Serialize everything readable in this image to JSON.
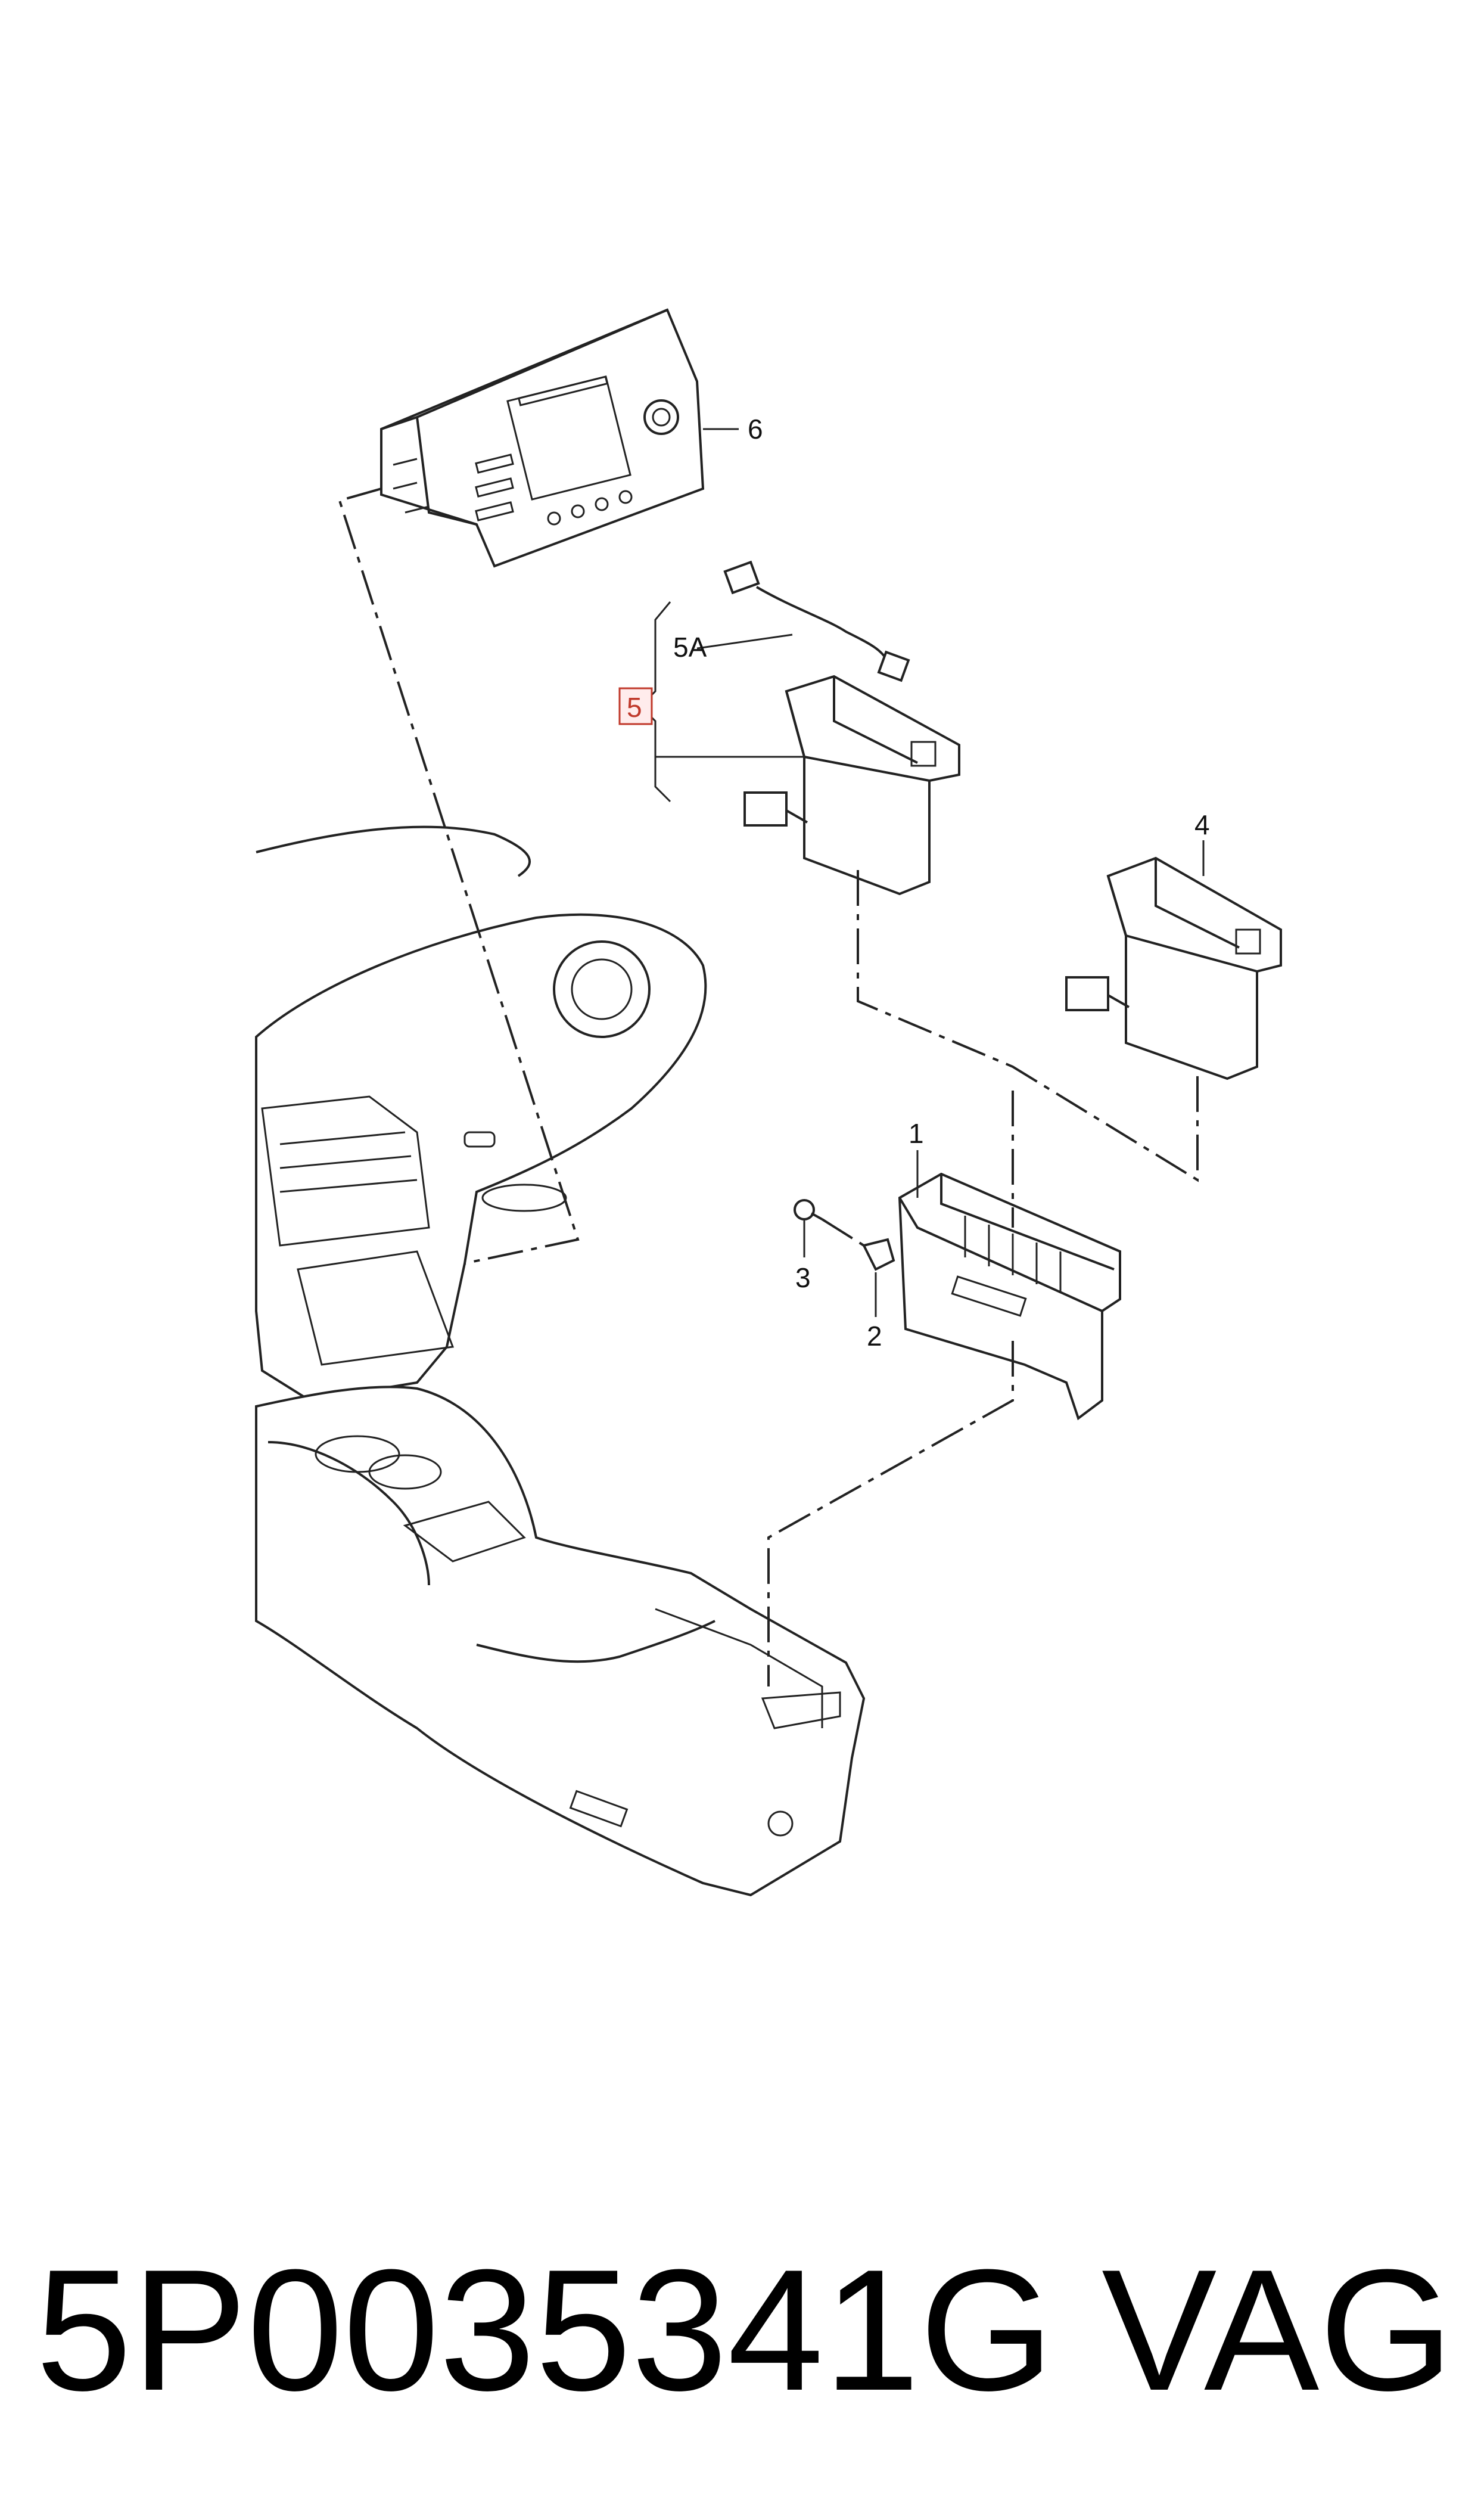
{
  "callouts": {
    "c1": "1",
    "c2": "2",
    "c3": "3",
    "c4": "4",
    "c5": "5",
    "c5a": "5A",
    "c6": "6"
  },
  "footer": {
    "part_number": "5P0035341G",
    "brand": "VAG"
  },
  "colors": {
    "highlight_box": "#c0392b",
    "line": "#222222",
    "background": "#ffffff"
  }
}
